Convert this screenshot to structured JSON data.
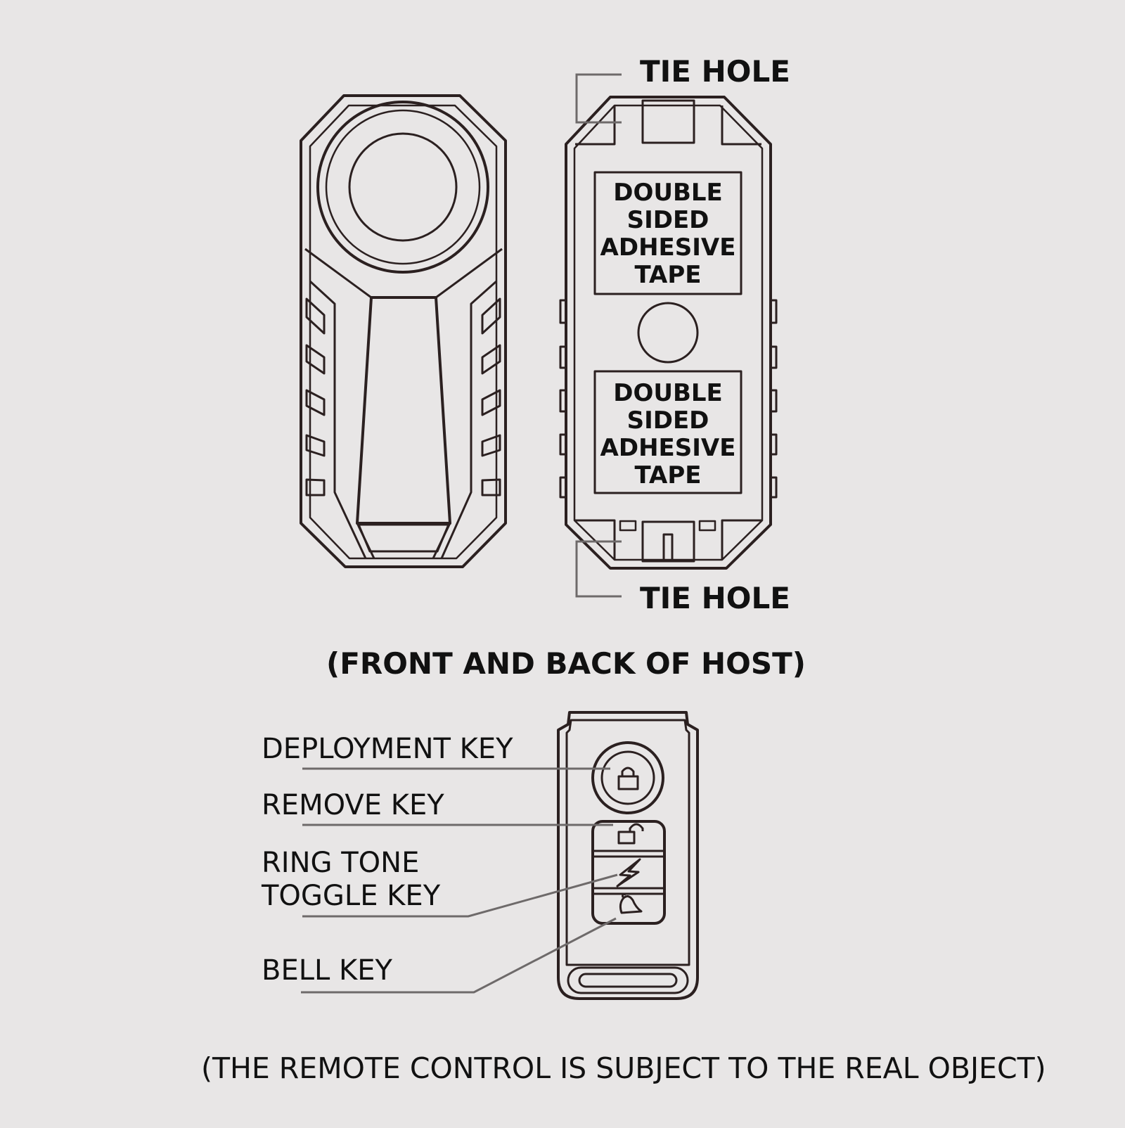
{
  "back_labels": {
    "tie_hole_top": "TIE HOLE",
    "tie_hole_bottom": "TIE HOLE",
    "tape_top": [
      "DOUBLE",
      "SIDED",
      "ADHESIVE",
      "TAPE"
    ],
    "tape_bottom": [
      "DOUBLE",
      "SIDED",
      "ADHESIVE",
      "TAPE"
    ]
  },
  "host_caption": "(FRONT AND BACK OF HOST)",
  "remote_labels": {
    "deployment_key": "DEPLOYMENT KEY",
    "remove_key": "REMOVE KEY",
    "ring_tone_toggle_key": [
      "RING TONE",
      "TOGGLE KEY"
    ],
    "bell_key": "BELL KEY"
  },
  "remote_icons": [
    "lock-icon",
    "unlock-icon",
    "lightning-icon",
    "bell-icon"
  ],
  "footer_note": "(THE REMOTE CONTROL IS SUBJECT TO THE REAL OBJECT)",
  "colors": {
    "background": "#e8e6e6",
    "line": "#2b2020",
    "leader": "#6e6a6a",
    "text": "#111111"
  }
}
